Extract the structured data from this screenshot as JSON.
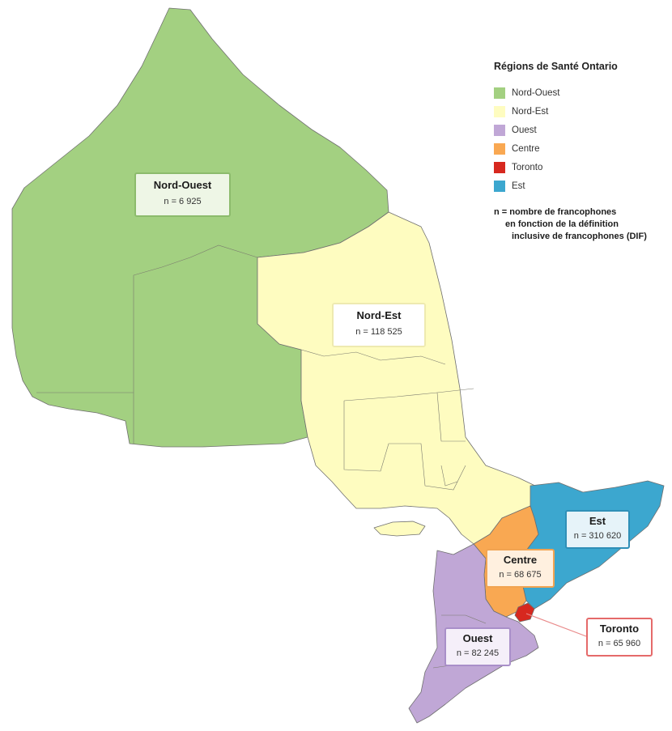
{
  "legend": {
    "title": "Régions de Santé Ontario",
    "items": [
      {
        "label": "Nord-Ouest",
        "color": "#a3d081"
      },
      {
        "label": "Nord-Est",
        "color": "#fefcc0"
      },
      {
        "label": "Ouest",
        "color": "#c0a7d6"
      },
      {
        "label": "Centre",
        "color": "#f9a852"
      },
      {
        "label": "Toronto",
        "color": "#d7281f"
      },
      {
        "label": "Est",
        "color": "#3ca7cf"
      }
    ],
    "note": [
      "n = nombre de francophones",
      "en fonction de la définition",
      "inclusive de francophones (DIF)"
    ]
  },
  "regions": {
    "nord_ouest": {
      "name": "Nord-Ouest",
      "n": "n = 6 925"
    },
    "nord_est": {
      "name": "Nord-Est",
      "n": "n = 118 525"
    },
    "est": {
      "name": "Est",
      "n": "n = 310 620"
    },
    "centre": {
      "name": "Centre",
      "n": "n = 68 675"
    },
    "ouest": {
      "name": "Ouest",
      "n": "n = 82 245"
    },
    "toronto": {
      "name": "Toronto",
      "n": "n = 65 960"
    }
  }
}
